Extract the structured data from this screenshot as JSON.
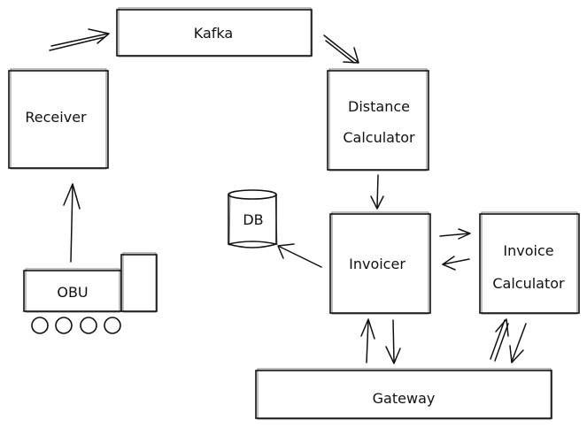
{
  "diagram": {
    "nodes": {
      "kafka": {
        "label": "Kafka"
      },
      "receiver": {
        "label": "Receiver"
      },
      "distance_calculator": {
        "label_line1": "Distance",
        "label_line2": "Calculator"
      },
      "db": {
        "label": "DB"
      },
      "invoicer": {
        "label": "Invoicer"
      },
      "invoice_calculator": {
        "label_line1": "Invoice",
        "label_line2": "Calculator"
      },
      "obu": {
        "label": "OBU"
      },
      "gateway": {
        "label": "Gateway"
      }
    },
    "edges": [
      {
        "from": "obu",
        "to": "receiver"
      },
      {
        "from": "receiver",
        "to": "kafka"
      },
      {
        "from": "kafka",
        "to": "distance_calculator"
      },
      {
        "from": "distance_calculator",
        "to": "invoicer"
      },
      {
        "from": "invoicer",
        "to": "db"
      },
      {
        "from": "invoicer",
        "to": "invoice_calculator"
      },
      {
        "from": "invoice_calculator",
        "to": "invoicer"
      },
      {
        "from": "gateway",
        "to": "invoicer"
      },
      {
        "from": "invoicer",
        "to": "gateway"
      },
      {
        "from": "gateway",
        "to": "invoice_calculator"
      },
      {
        "from": "invoice_calculator",
        "to": "gateway"
      }
    ]
  }
}
